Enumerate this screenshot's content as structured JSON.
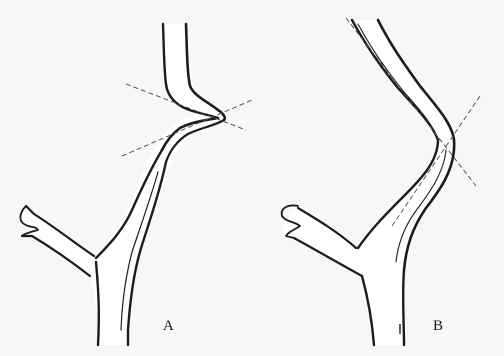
{
  "figure": {
    "panels": [
      {
        "id": "A",
        "label": "A"
      },
      {
        "id": "B",
        "label": "B"
      }
    ],
    "colors": {
      "background": "#f7f7f5",
      "vessel_stroke": "#1c1c1c",
      "vessel_fill": "#ffffff",
      "tangent_lines": "#555555"
    }
  }
}
